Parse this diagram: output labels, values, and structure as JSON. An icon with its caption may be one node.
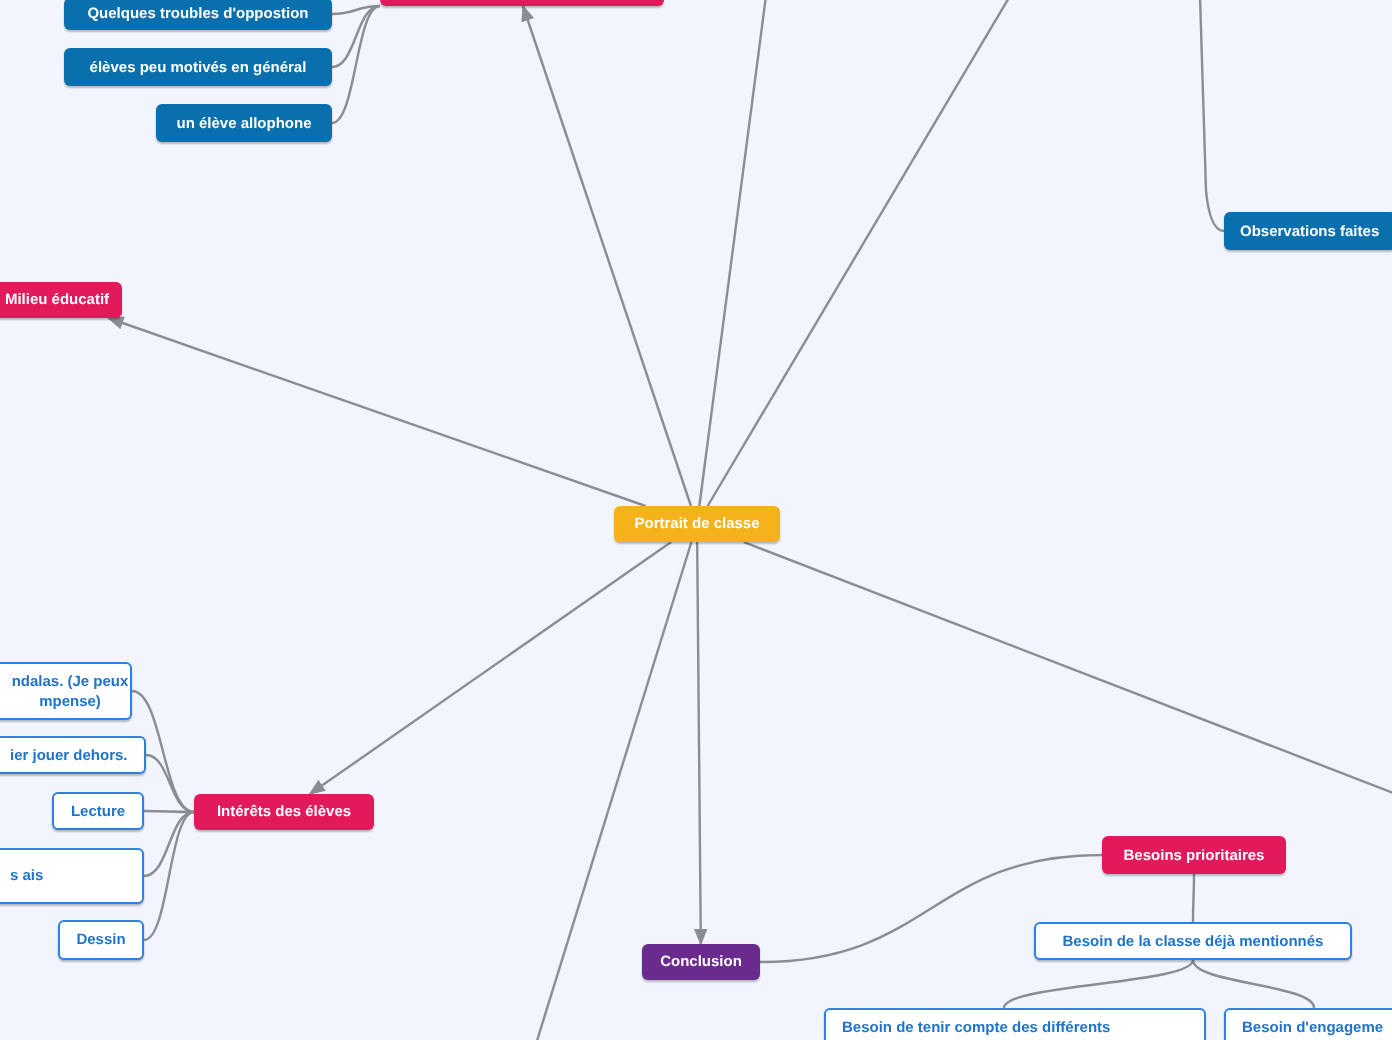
{
  "diagram": {
    "nodes": [
      {
        "text": [],
        "shape": "box"
      },
      {
        "text": [
          "Quelques troubles d'oppostion"
        ]
      },
      {
        "text": [
          "élèves peu motivés en général"
        ]
      },
      {
        "text": [
          "un élève allophone"
        ]
      },
      {
        "text": [
          "Observations faites"
        ]
      },
      {
        "text": [
          "Milieu éducatif"
        ]
      },
      {
        "text": [
          "Portrait de classe"
        ]
      },
      {
        "text": [
          "ndalas. (Je peux mpense)"
        ]
      },
      {
        "text": [
          "ier jouer dehors."
        ]
      },
      {
        "text": [
          "Lecture"
        ]
      },
      {
        "text": [
          "Intérêts des élèves"
        ]
      },
      {
        "text": [
          "s ais"
        ]
      },
      {
        "text": [
          "Besoins prioritaires"
        ]
      },
      {
        "text": [
          "Dessin"
        ]
      },
      {
        "text": [
          "Conclusion"
        ]
      },
      {
        "text": [
          "Besoin de la classe déjà mentionnés"
        ]
      },
      {
        "text": [
          "Besoin de tenir compte des différents"
        ]
      },
      {
        "text": [
          "Besoin d'engageme"
        ]
      }
    ],
    "edges": [
      {
        "from": 6,
        "to": 0,
        "arrow": "to"
      },
      {
        "from": 6,
        "to": null,
        "arrow": "none"
      },
      {
        "from": 6,
        "to": null,
        "arrow": "none"
      },
      {
        "from": 6,
        "to": 5,
        "arrow": "to"
      },
      {
        "from": 6,
        "to": 10,
        "arrow": "to"
      },
      {
        "from": 6,
        "to": 14,
        "arrow": "to"
      },
      {
        "from": 6,
        "to": null,
        "arrow": "none"
      },
      {
        "from": 6,
        "to": null,
        "arrow": "none"
      },
      {
        "from": 0,
        "to": 1,
        "arrow": "none"
      },
      {
        "from": 0,
        "to": 2,
        "arrow": "none"
      },
      {
        "from": 0,
        "to": 3,
        "arrow": "none"
      },
      {
        "from": null,
        "to": 4,
        "arrow": "none"
      },
      {
        "from": 10,
        "to": 7,
        "arrow": "none"
      },
      {
        "from": 10,
        "to": 8,
        "arrow": "none"
      },
      {
        "from": 10,
        "to": 9,
        "arrow": "none"
      },
      {
        "from": 10,
        "to": 11,
        "arrow": "none"
      },
      {
        "from": 10,
        "to": 13,
        "arrow": "none"
      },
      {
        "from": 14,
        "to": 12,
        "arrow": "none"
      },
      {
        "from": 12,
        "to": 15,
        "arrow": "none"
      },
      {
        "from": 15,
        "to": 16,
        "arrow": "none"
      },
      {
        "from": 15,
        "to": 17,
        "arrow": "none"
      }
    ]
  }
}
